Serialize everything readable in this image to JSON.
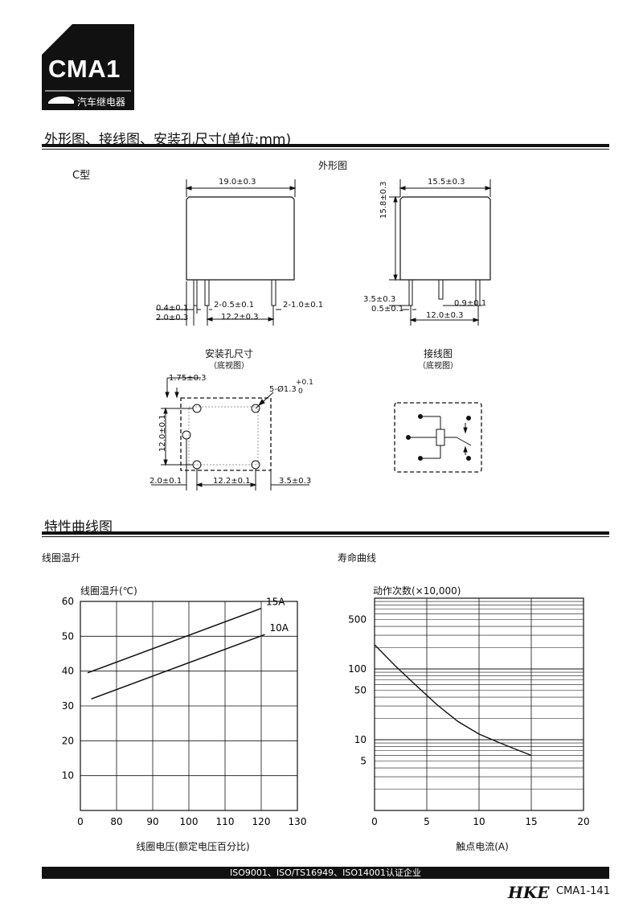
{
  "header": {
    "model": "CMA1",
    "category": "汽车继电器"
  },
  "sections": {
    "dimensions_title": "外形图、接线图、安装孔尺寸(单位:mm)",
    "curves_title": "特性曲线图"
  },
  "dimensions": {
    "type_label": "C型",
    "outline_title": "外形图",
    "front": {
      "width": "19.0±0.3",
      "pin_width": "0.4±0.1",
      "pin_offset": "2.0±0.3",
      "pin_gap_small": "2-0.5±0.1",
      "pin_gap_right": "2-1.0±0.1",
      "pin_span": "12.2±0.3"
    },
    "side": {
      "width": "15.5±0.3",
      "height": "15.8±0.3",
      "pin_length": "3.5±0.3",
      "pin_width": "0.5±0.1",
      "pin_thick": "0.9±0.1",
      "pin_span": "12.0±0.3"
    },
    "mounting": {
      "title": "安装孔尺寸",
      "subtitle": "（底视图）",
      "top_offset": "1.75±0.3",
      "hole_dia": "5-Ø1.3",
      "hole_tol_plus": "+0.1",
      "hole_tol_zero": "0",
      "height": "12.0±0.1",
      "left_offset": "2.0±0.1",
      "span": "12.2±0.1",
      "right_offset": "3.5±0.3"
    },
    "wiring": {
      "title": "接线图",
      "subtitle": "（底视图）"
    }
  },
  "charts_meta": {
    "temp_chart_label": "线圈温升",
    "life_chart_label": "寿命曲线"
  },
  "chart_data": [
    {
      "type": "line",
      "title": "",
      "ylabel": "线圈温升(℃)",
      "xlabel": "线圈电压(额定电压百分比)",
      "xlim": [
        70,
        130
      ],
      "ylim": [
        0,
        60
      ],
      "x_ticks": [
        "0",
        "80",
        "90",
        "100",
        "110",
        "120",
        "130"
      ],
      "y_ticks": [
        "60",
        "50",
        "40",
        "30",
        "20",
        "10"
      ],
      "grid": true,
      "series": [
        {
          "name": "15A",
          "x": [
            72,
            120
          ],
          "y": [
            39.5,
            58
          ]
        },
        {
          "name": "10A",
          "x": [
            73,
            121
          ],
          "y": [
            32,
            50.5
          ]
        }
      ]
    },
    {
      "type": "line",
      "title": "",
      "ylabel": "动作次数(×10,000)",
      "xlabel": "触点电流(A)",
      "xlim": [
        0,
        20
      ],
      "ylim": [
        1,
        1000
      ],
      "y_scale": "log",
      "x_ticks": [
        "0",
        "5",
        "10",
        "15",
        "20"
      ],
      "y_ticks": [
        "500",
        "100",
        "50",
        "10",
        "5"
      ],
      "grid": true,
      "series": [
        {
          "name": "",
          "x": [
            0,
            2,
            4,
            6,
            8,
            10,
            12,
            15
          ],
          "y": [
            220,
            110,
            58,
            31,
            18,
            12,
            9,
            6
          ]
        }
      ]
    }
  ],
  "footer": {
    "cert": "ISO9001、ISO/TS16949、ISO14001认证企业",
    "brand": "HKE",
    "page": "CMA1-141"
  }
}
